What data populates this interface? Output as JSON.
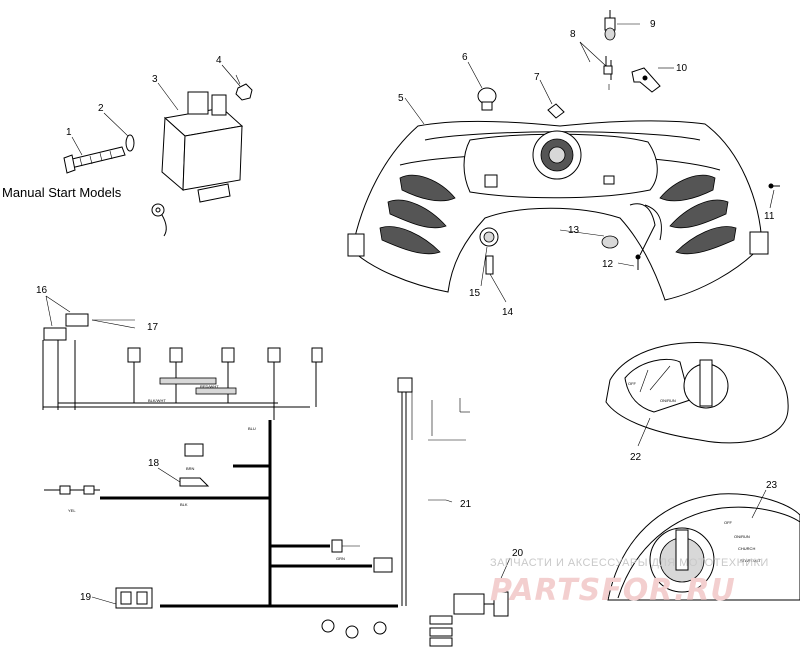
{
  "caption": "Manual Start Models",
  "callouts": {
    "c1": "1",
    "c2": "2",
    "c3": "3",
    "c4": "4",
    "c5": "5",
    "c6": "6",
    "c7": "7",
    "c8": "8",
    "c9": "9",
    "c10": "10",
    "c11": "11",
    "c12": "12",
    "c13": "13",
    "c14": "14",
    "c15": "15",
    "c16": "16",
    "c17": "17",
    "c18": "18",
    "c19": "19",
    "c20": "20",
    "c21": "21",
    "c22": "22",
    "c23": "23"
  },
  "ignition_switch": {
    "panel_22": [
      "OFF",
      "ON/RUN"
    ],
    "panel_23": [
      "OFF",
      "ON/RUN",
      "CHURCH",
      "START/ALT"
    ]
  },
  "watermark": {
    "text": "ЗАПЧАСТИ И АКСЕССУАРЫ ДЛЯ МОТОТЕХНИКИ",
    "logo": "PARTSFOR.RU"
  }
}
